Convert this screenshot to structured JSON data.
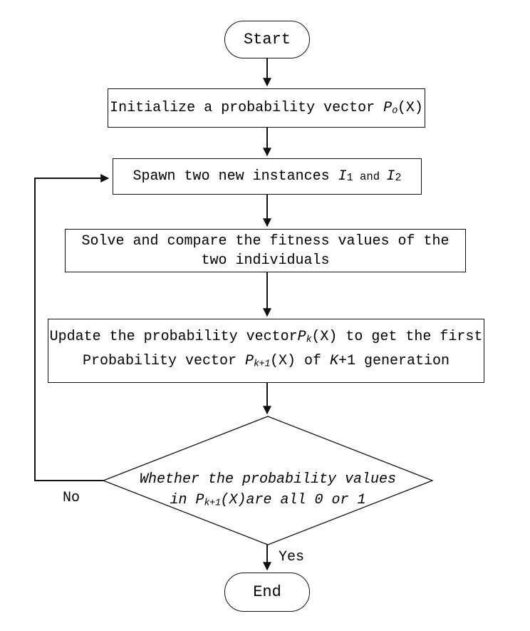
{
  "diagram": {
    "type": "flowchart",
    "colors": {
      "line": "#111111",
      "background": "#ffffff",
      "text": "#000000"
    }
  },
  "nodes": {
    "start": {
      "label": "Start"
    },
    "init": {
      "t1": "Initialize a probability vector ",
      "var": "P",
      "sub": "o",
      "t2": "(X)"
    },
    "spawn": {
      "t1": "Spawn two new instances ",
      "var1": "I",
      "sub1": "1",
      "and": " and ",
      "var2": "I",
      "sub2": "2"
    },
    "solve": {
      "line1": "Solve and compare the fitness values of the",
      "line2": "two individuals"
    },
    "update": {
      "l1a": "Update the probability vector",
      "var1": "P",
      "sub1": "k",
      "l1b": "(X) to get the first",
      "l2a": "Probability vector ",
      "var2": "P",
      "sub2": "k+1",
      "l2b": "(X) of ",
      "var3": "K",
      "l2c": "+1 generation"
    },
    "decision": {
      "line1": "Whether the probability values",
      "l2a": "in ",
      "var": "P",
      "sub": "k+1",
      "l2b": "(X)",
      "l2c": "are all 0 or 1"
    },
    "end": {
      "label": "End"
    }
  },
  "edges": {
    "no_label": "No",
    "yes_label": "Yes"
  }
}
